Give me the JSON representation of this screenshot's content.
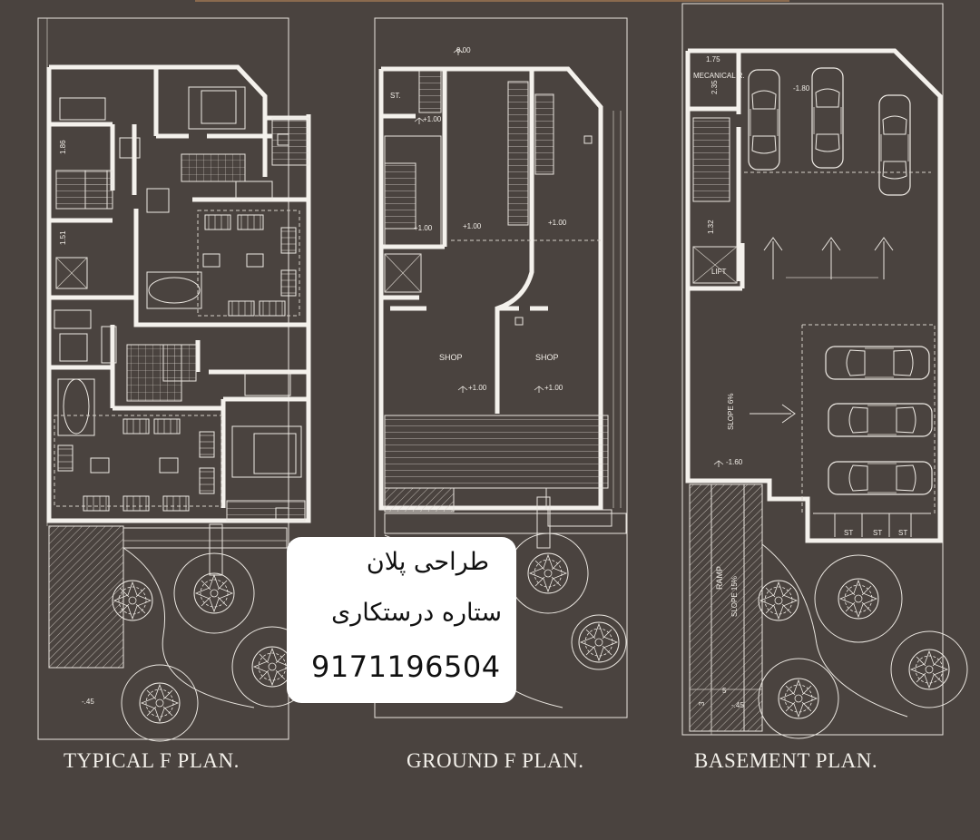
{
  "plans": [
    {
      "title": "TYPICAL F PLAN.",
      "dims": [
        "1.86",
        "1.51"
      ],
      "levels": [
        "-.45"
      ]
    },
    {
      "title": "GROUND F PLAN.",
      "labels": [
        "ST.",
        "SHOP",
        "SHOP"
      ],
      "levels": [
        "0.00",
        "+1.00",
        "+1.00",
        "+1.00",
        "+1.00",
        "+1.00",
        "+1.00"
      ]
    },
    {
      "title": "BASEMENT PLAN.",
      "labels": [
        "MECANICAL R.",
        "LIFT",
        "RAMP",
        "SLOPE 15%",
        "SLOPE 6%",
        "ST",
        "ST",
        "ST"
      ],
      "dims": [
        "1.75",
        "2.35",
        "1.32",
        "3",
        "5"
      ],
      "levels": [
        "-1.80",
        "-1.60",
        "-.45"
      ]
    }
  ],
  "contact": {
    "line1": "طراحی پلان",
    "line2": "ستاره درستکاری",
    "phone": "9171196504"
  },
  "colors": {
    "background": "#4a433f",
    "linework": "#f4f1ec",
    "contact_box": "#ffffff"
  }
}
